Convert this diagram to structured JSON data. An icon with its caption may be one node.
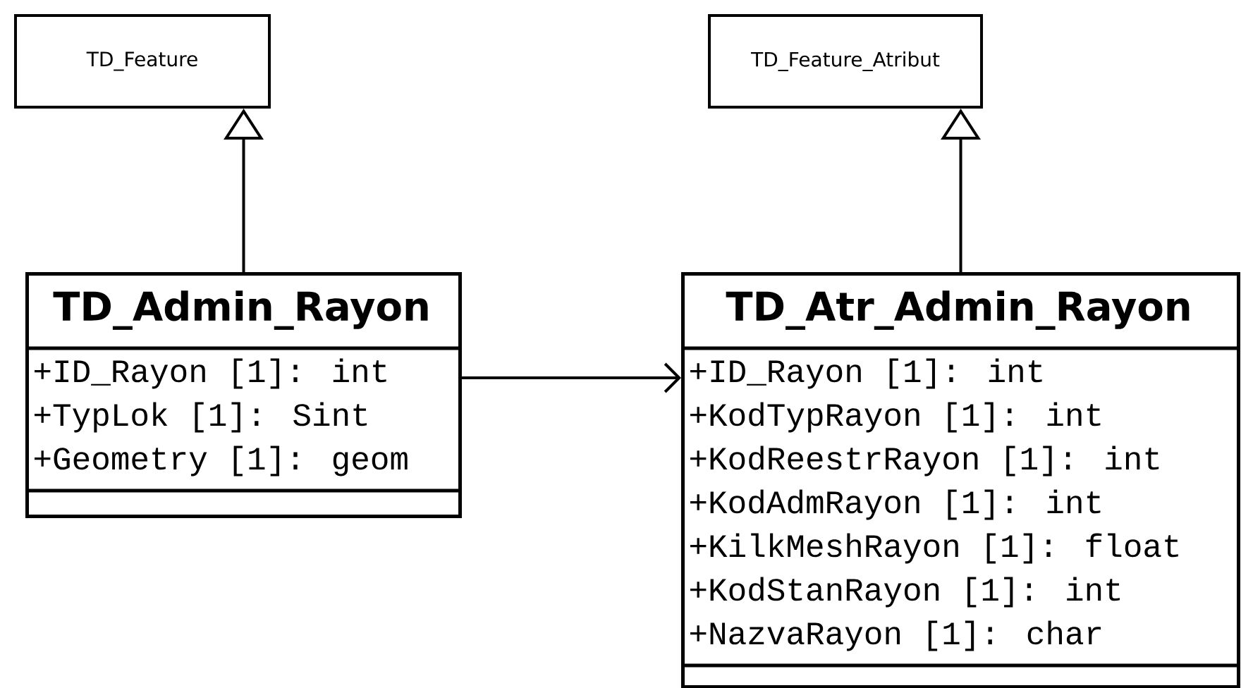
{
  "diagram": {
    "nodes": [
      {
        "text": [
          "TD_Feature"
        ]
      },
      {
        "text": [
          "TD_Feature_Atribut"
        ]
      },
      {
        "text": [
          "TD_Admin_Rayon",
          "+ID_Rayon [1]: int",
          "+TypLok [1]: Sint",
          "+Geometry [1]: geom"
        ]
      },
      {
        "text": [
          "TD_Atr_Admin_Rayon",
          "+ID_Rayon [1]: int",
          "+KodTypRayon [1]: int",
          "+KodReestrRayon [1]: int",
          "+KodAdmRayon [1]: int",
          "+KilkMeshRayon [1]: float",
          "+KodStanRayon [1]: int",
          "+NazvaRayon [1]: char"
        ]
      }
    ],
    "edges": [
      {
        "from": 2,
        "to": 0,
        "arrow": "to"
      },
      {
        "from": 3,
        "to": 1,
        "arrow": "to"
      },
      {
        "from": 2,
        "to": 3,
        "arrow": "to"
      }
    ]
  }
}
